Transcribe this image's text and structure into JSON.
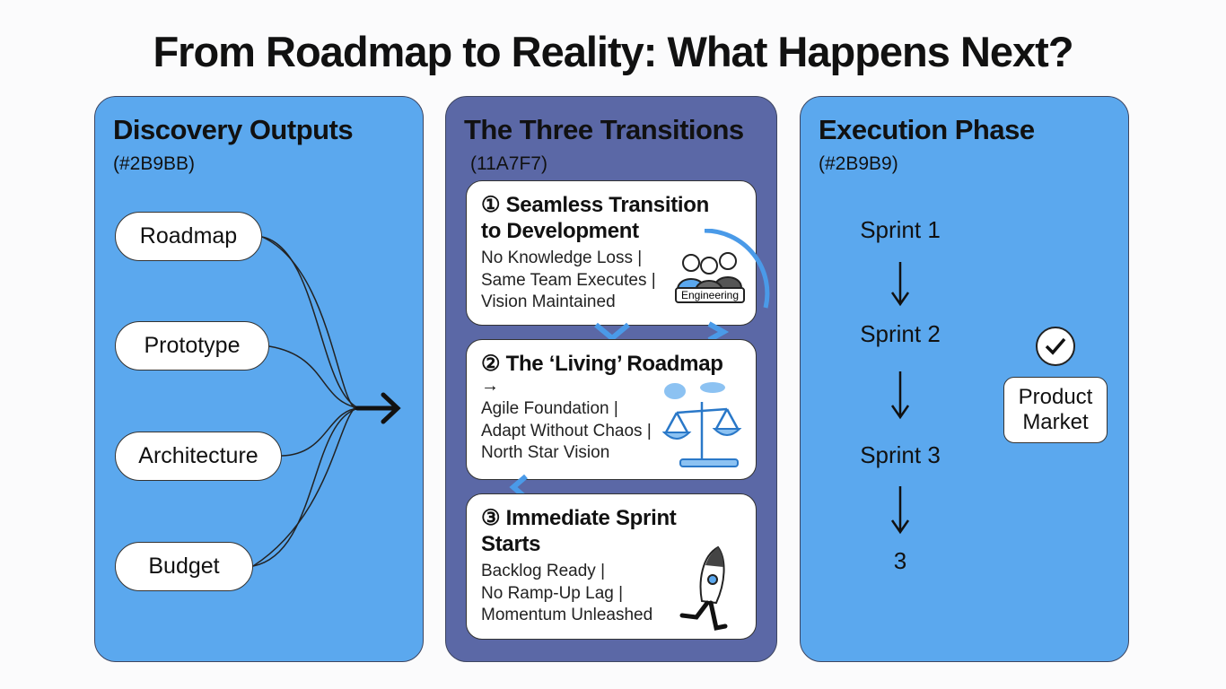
{
  "title": "From Roadmap to Reality: What Happens Next?",
  "left": {
    "heading": "Discovery Outputs",
    "subtitle": "(#2B9BB)",
    "items": [
      "Roadmap",
      "Prototype",
      "Architecture",
      "Budget"
    ]
  },
  "middle": {
    "heading": "The Three Transitions",
    "subtitle": "(11A7F7)",
    "cards": [
      {
        "title": "① Seamless Transition to Development",
        "lines": [
          "No Knowledge Loss |",
          "Same Team Executes |",
          "Vision Maintained"
        ],
        "icon_label": "Engineering"
      },
      {
        "title": "② The ‘Living’ Roadmap",
        "arrow": "→",
        "lines": [
          "Agile Foundation |",
          "Adapt Without Chaos |",
          "North Star Vision"
        ]
      },
      {
        "title": "③ Immediate Sprint Starts",
        "lines": [
          "Backlog Ready |",
          "No Ramp-Up Lag |",
          "Momentum Unleashed"
        ]
      }
    ]
  },
  "right": {
    "heading": "Execution Phase",
    "subtitle": "(#2B9B9)",
    "sprints": [
      "Sprint 1",
      "Sprint 2",
      "Sprint 3",
      "3"
    ],
    "product_market": [
      "Product",
      "Market"
    ]
  },
  "colors": {
    "panel_blue": "#5ba8ee",
    "panel_indigo": "#5b68a6",
    "accent": "#4a9ae8"
  }
}
